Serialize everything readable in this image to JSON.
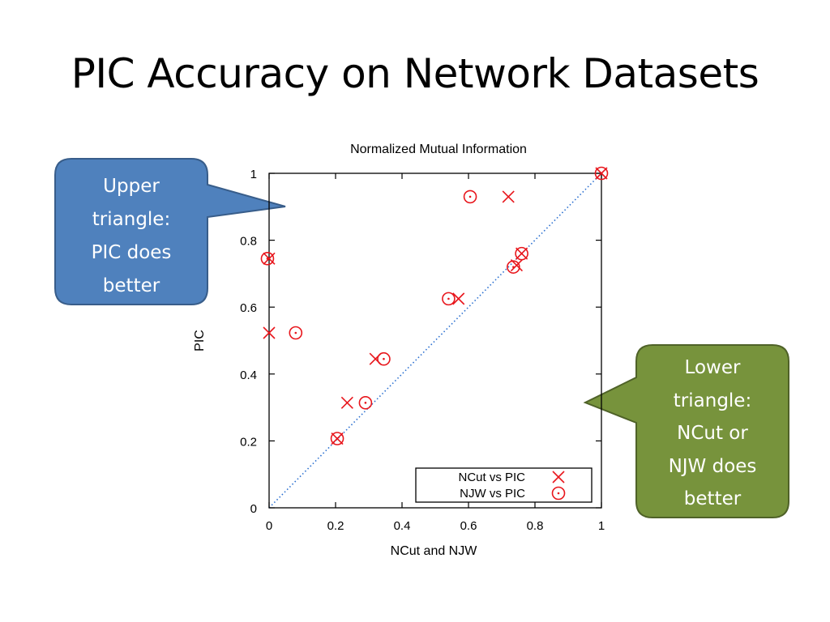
{
  "slide": {
    "title": "PIC Accuracy on Network Datasets"
  },
  "callouts": {
    "upper": {
      "lines": [
        "Upper",
        "triangle:",
        "PIC does",
        "better"
      ],
      "fill": "#4f81bd",
      "stroke": "#385d8a"
    },
    "lower": {
      "lines": [
        "Lower",
        "triangle:",
        "NCut or",
        "NJW does",
        "better"
      ],
      "fill": "#77933c",
      "stroke": "#4f6228"
    }
  },
  "chart_data": {
    "type": "scatter",
    "title": "Normalized Mutual Information",
    "xlabel": "NCut and NJW",
    "ylabel": "PIC",
    "xlim": [
      0,
      1
    ],
    "ylim": [
      0,
      1
    ],
    "xticks": [
      0,
      0.2,
      0.4,
      0.6,
      0.8,
      1
    ],
    "yticks": [
      0,
      0.2,
      0.4,
      0.6,
      0.8,
      1
    ],
    "xtick_labels": [
      "0",
      "0.2",
      "0.4",
      "0.6",
      "0.8",
      "1"
    ],
    "ytick_labels": [
      "0",
      "0.2",
      "0.4",
      "0.6",
      "0.8",
      "1"
    ],
    "grid": false,
    "legend_position": "bottom-right",
    "reference_line": {
      "from": [
        0,
        0
      ],
      "to": [
        1,
        1
      ],
      "style": "dotted",
      "color": "#2a6fd0"
    },
    "series": [
      {
        "name": "NCut vs PIC",
        "marker": "x",
        "color": "#e8161c",
        "points": [
          [
            0,
            0.745
          ],
          [
            0,
            0.523
          ],
          [
            0.235,
            0.314
          ],
          [
            0.32,
            0.445
          ],
          [
            0.205,
            0.207
          ],
          [
            0.57,
            0.625
          ],
          [
            0.72,
            0.93
          ],
          [
            0.745,
            0.725
          ],
          [
            0.76,
            0.76
          ],
          [
            1.0,
            1.0
          ]
        ]
      },
      {
        "name": "NJW vs PIC",
        "marker": "circle-dot",
        "color": "#e8161c",
        "points": [
          [
            -0.005,
            0.745
          ],
          [
            0.08,
            0.523
          ],
          [
            0.29,
            0.314
          ],
          [
            0.345,
            0.445
          ],
          [
            0.205,
            0.207
          ],
          [
            0.54,
            0.625
          ],
          [
            0.605,
            0.93
          ],
          [
            0.735,
            0.72
          ],
          [
            0.76,
            0.76
          ],
          [
            1.0,
            1.0
          ]
        ]
      }
    ]
  }
}
